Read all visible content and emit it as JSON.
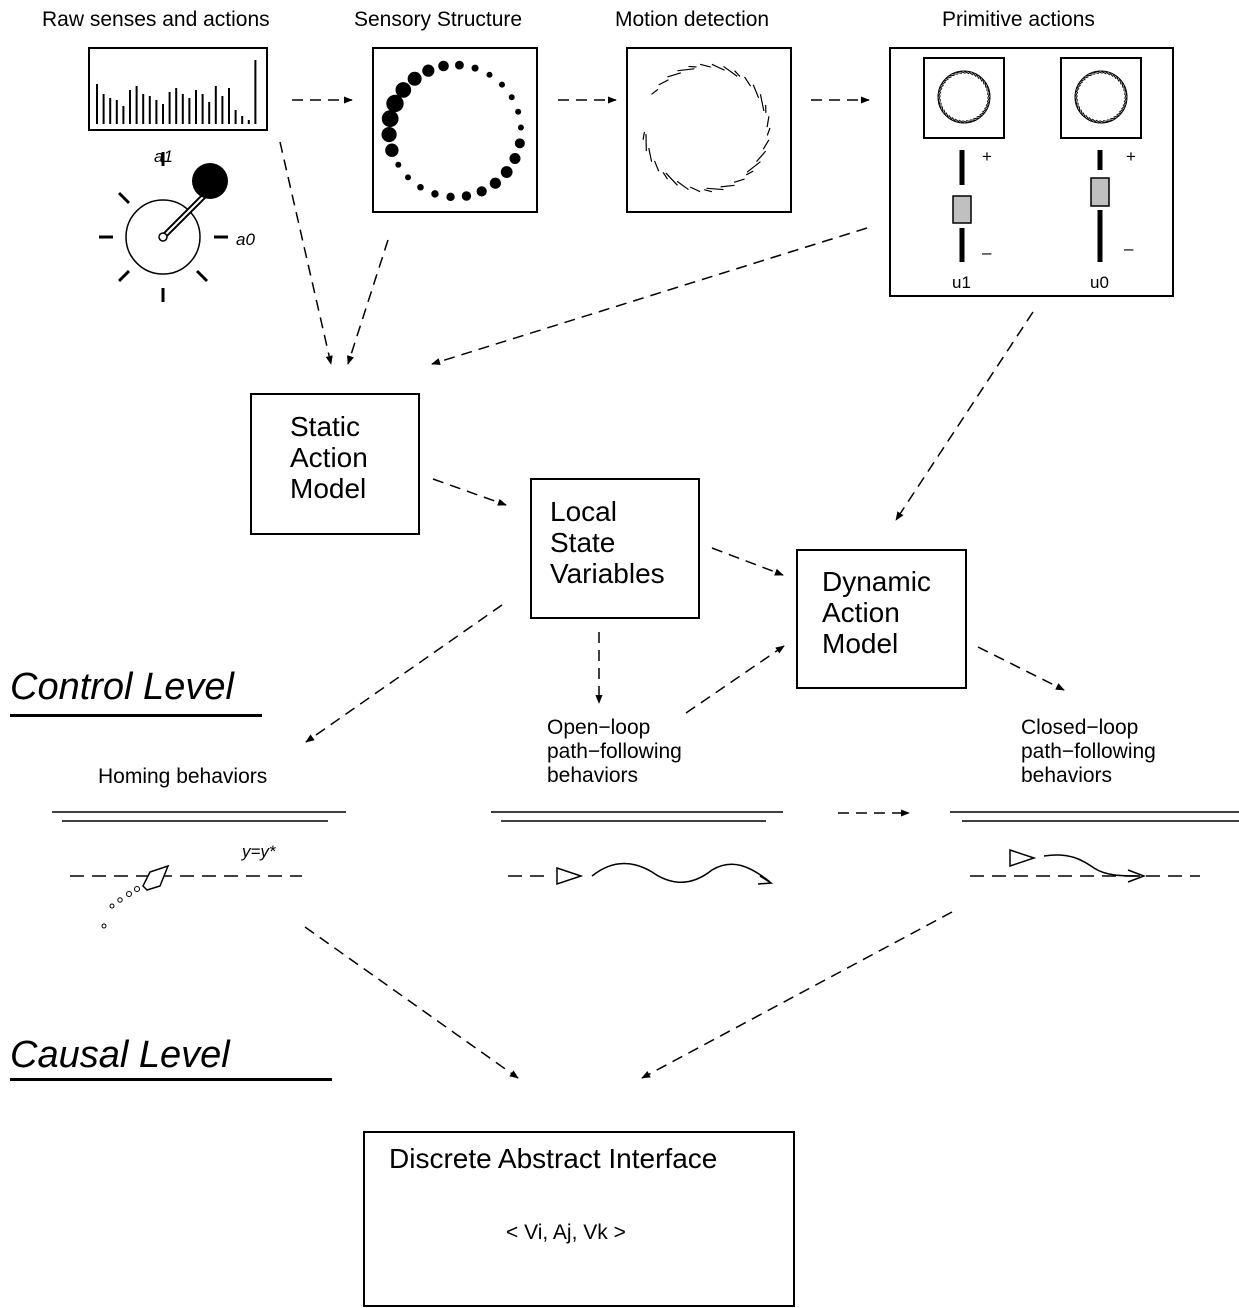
{
  "top_panels": {
    "raw_senses": "Raw senses and actions",
    "sensory_structure": "Sensory Structure",
    "motion_detection": "Motion detection",
    "primitive_actions": "Primitive actions"
  },
  "dial": {
    "a1": "a1",
    "a0": "a0"
  },
  "primitive": {
    "u1": "u1",
    "u0": "u0",
    "plus": "+",
    "minus": "–"
  },
  "models": {
    "static": "Static\nAction\nModel",
    "local": "Local\nState\nVariables",
    "dynamic": "Dynamic\nAction\nModel"
  },
  "levels": {
    "control": "Control Level",
    "causal": "Causal Level"
  },
  "behaviors": {
    "homing": "Homing behaviors",
    "open_loop": "Open−loop\npath−following\nbehaviors",
    "closed_loop": "Closed−loop\npath−following\nbehaviors",
    "target": "y=y*"
  },
  "interface": {
    "title": "Discrete Abstract Interface",
    "tuple": "< Vi, Aj, Vk >"
  }
}
